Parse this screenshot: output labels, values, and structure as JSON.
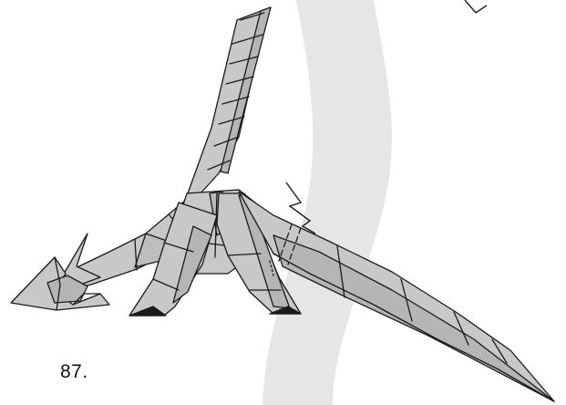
{
  "diagram": {
    "step_label": "87.",
    "colors": {
      "background": "#ffffff",
      "band": "#e6e6e6",
      "paper": "#c8c8c8",
      "paper_shadow": "#a9a9a9",
      "line": "#1a1a1a"
    },
    "icons": {
      "background_band": "curved-band-shape",
      "tail_marker": "zigzag-arrow-icon",
      "top_right_marker": "zigzag-arrow-icon",
      "fold_guide": "dashed-fold-line"
    }
  }
}
